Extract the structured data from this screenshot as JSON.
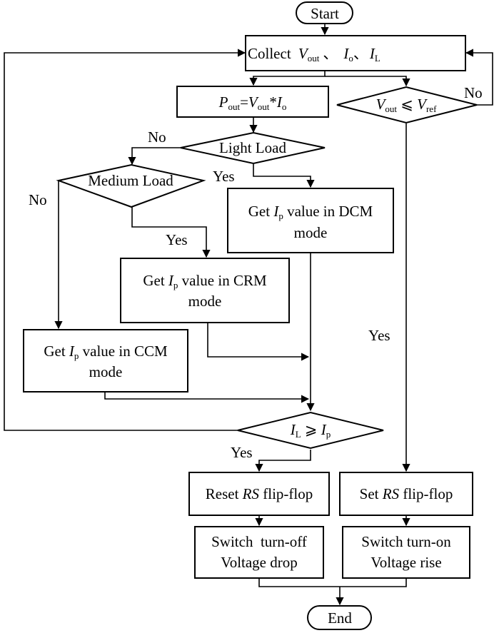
{
  "nodes": {
    "start": "Start",
    "end": "End",
    "collect": {
      "label": "Collect",
      "v": "V",
      "v_sub": "out",
      "sep": "、",
      "io": "I",
      "io_sub": "o",
      "comma": "、",
      "il": "I",
      "il_sub": "L"
    },
    "pout": {
      "p": "P",
      "p_sub": "out",
      "eq": "=",
      "v": "V",
      "v_sub": "out",
      "times": "*",
      "i": "I",
      "i_sub": "o"
    },
    "vout_check": {
      "v": "V",
      "v_sub": "out",
      "op": " ⩽ ",
      "vref": "V",
      "vref_sub": "ref"
    },
    "light_load": "Light Load",
    "medium_load": "Medium Load",
    "dcm": {
      "pre": "Get ",
      "i": "I",
      "i_sub": "p",
      "post": " value in DCM",
      "line2": "mode"
    },
    "crm": {
      "pre": "Get ",
      "i": "I",
      "i_sub": "p",
      "post": " value in CRM",
      "line2": "mode"
    },
    "ccm": {
      "pre": "Get ",
      "i": "I",
      "i_sub": "p",
      "post": " value in CCM",
      "line2": "mode"
    },
    "il_check": {
      "il": "I",
      "il_sub": "L",
      "op": " ⩾ ",
      "ip": "I",
      "ip_sub": "p"
    },
    "reset": {
      "pre": "Reset ",
      "rs": "RS",
      "post": " flip-flop"
    },
    "set": {
      "pre": "Set ",
      "rs": "RS",
      "post": " flip-flop"
    },
    "switch_off": {
      "line1": "Switch  turn-off",
      "line2": "Voltage drop"
    },
    "switch_on": {
      "line1": "Switch turn-on",
      "line2": "Voltage rise"
    }
  },
  "edge_labels": {
    "no_vout": "No",
    "no_light": "No",
    "yes_light": "Yes",
    "no_medium": "No",
    "yes_medium": "Yes",
    "yes_vout": "Yes",
    "yes_il": "Yes"
  }
}
